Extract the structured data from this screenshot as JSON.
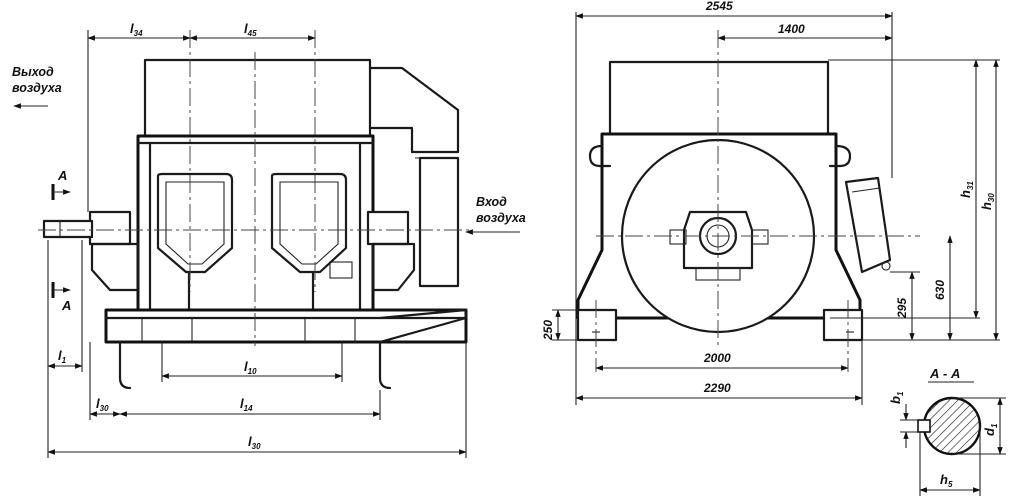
{
  "left_view": {
    "air_out": [
      "Выход",
      "воздуха"
    ],
    "air_in": [
      "Вход",
      "воздуха"
    ],
    "section_mark": "А",
    "dims": {
      "l34": {
        "main": "l",
        "sub": "34"
      },
      "l45": {
        "main": "l",
        "sub": "45"
      },
      "l1": {
        "main": "l",
        "sub": "1"
      },
      "l10": {
        "main": "l",
        "sub": "10"
      },
      "l30_small": {
        "main": "l",
        "sub": "30"
      },
      "l14": {
        "main": "l",
        "sub": "14"
      },
      "l30_total": {
        "main": "l",
        "sub": "30"
      }
    }
  },
  "right_view": {
    "dims": {
      "width_total": "2545",
      "half_width": "1400",
      "h31": {
        "main": "h",
        "sub": "31"
      },
      "h30": {
        "main": "h",
        "sub": "30"
      },
      "shaft_height": "630",
      "box_height": "295",
      "base_height": "250",
      "foot_spacing": "2000",
      "base_width": "2290"
    }
  },
  "section": {
    "title": "А - А",
    "b1": {
      "main": "b",
      "sub": "1"
    },
    "d1": {
      "main": "d",
      "sub": "1"
    },
    "h5": {
      "main": "h",
      "sub": "5"
    }
  }
}
